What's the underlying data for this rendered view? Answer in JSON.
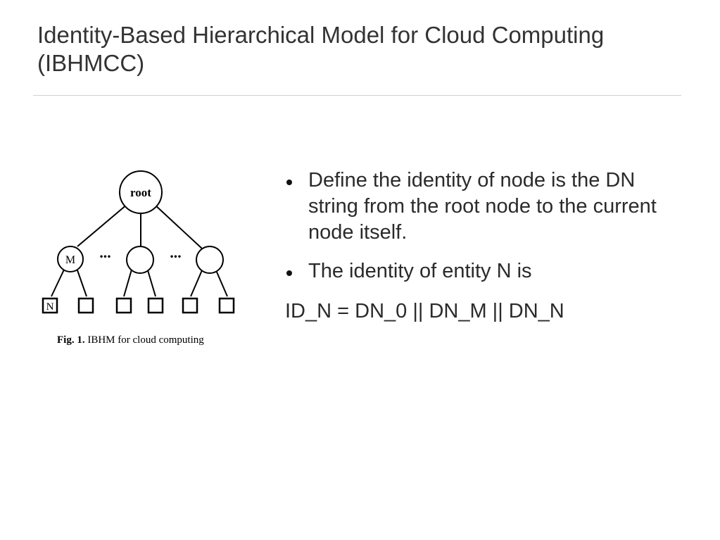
{
  "slide": {
    "title": "Identity-Based Hierarchical Model for Cloud Computing (IBHMCC)"
  },
  "figure": {
    "root_label": "root",
    "node_m_label": "M",
    "leaf_n_label": "N",
    "ellipsis": "•••",
    "caption_prefix": "Fig. 1.",
    "caption_text": " IBHM for cloud computing"
  },
  "bullets": [
    "Define the identity of node is the DN string from the root node to the current node itself.",
    "The identity of entity N is"
  ],
  "formula": "ID_N = DN_0 || DN_M || DN_N"
}
